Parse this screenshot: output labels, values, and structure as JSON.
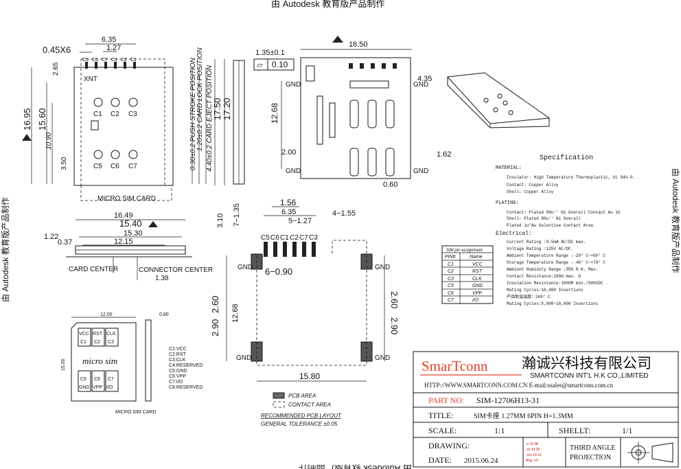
{
  "watermark": {
    "text": "由 Autodesk 教育版产品制作",
    "flipped": "由 Autodesk 教育版产品制作"
  },
  "views": {
    "top": {
      "pitch_label": "0.45X6",
      "d_635": "6.35",
      "d_127": "1.27",
      "pins_top": [
        "C5",
        "C6",
        "C7",
        "C3",
        "C2",
        "C1"
      ],
      "d_265": "2.65",
      "xnt": "XNT",
      "d_1695": "16.95",
      "d_1560": "15.60",
      "d_1090": "10.90",
      "d_350": "3.50",
      "pad_labels": [
        "C1",
        "C2",
        "C3",
        "C5",
        "C6",
        "C7"
      ],
      "card_label": "MICRO SIM CARD",
      "push_stroke": "0.30±0.2 PUSH STROKE POSITION",
      "card_lock": "1.20±0.2 CARD LOCK POSITION",
      "card_eject": "4.40±0.2 CARD EJECT POSITION",
      "d_1750": "17.50",
      "d_1720": "17.20"
    },
    "side": {
      "d_1649": "16.49",
      "d_1540": "15.40",
      "d_1530": "15.30",
      "d_1215": "12.15",
      "d_122": "1.22",
      "d_037": "0.37",
      "card_center": "CARD CENTER",
      "connector_center": "CONNECTOR CENTER",
      "d_138": "1.38"
    },
    "bottom": {
      "d_135": "1.35±0.1",
      "flat_sym": "⏥",
      "flat_val": "0.10",
      "d_1650": "16.50",
      "gnd": "GND",
      "d_435": "4.35",
      "d_1268": "12.68",
      "d_200": "2.00",
      "d_162": "1.62",
      "d_060": "0.60"
    },
    "pcb": {
      "d_156": "1.56",
      "d_635": "6.35",
      "d_5127": "5−1.27",
      "d_7135": "7−1.35",
      "d_310": "3.10",
      "d_4155": "4−1.55",
      "pins": [
        "C5",
        "C6",
        "C1",
        "C2",
        "C7",
        "C3"
      ],
      "d_6090": "6−0.90",
      "d_260": "2.60",
      "d_1268": "12.68",
      "d_290": "2.90",
      "d_1580": "15.80",
      "gnd": "GND",
      "legend_pcb": "PCB AREA",
      "legend_contact": "CONTACT AREA",
      "recommended": "RECOMMENDED PCB LAYOUT",
      "tolerance": "GENERAL TOLERANCE ±0.05"
    },
    "card": {
      "d_1200": "12.00",
      "d_080": "0.80",
      "d_1500": "15.00",
      "pads": [
        {
          "top": "VCC",
          "bot": "C1"
        },
        {
          "top": "RST",
          "bot": "C2"
        },
        {
          "top": "CLK",
          "bot": "C3"
        },
        {
          "top": "C5",
          "bot": "GND"
        },
        {
          "top": "C6",
          "bot": "VPP"
        },
        {
          "top": "C7",
          "bot": "I/O"
        }
      ],
      "name": "micro sim",
      "caption": "MICRO SIM CARD",
      "pinlist": [
        "C1:VCC",
        "C2:RST",
        "C3:CLK",
        "C4:RESERVED",
        "C5:GND",
        "C6:VPP",
        "C7:I/O",
        "C8:RESERVED"
      ]
    }
  },
  "pin_table": {
    "title": "SIM pin assignment",
    "headers": [
      "PIN#",
      "Name"
    ],
    "rows": [
      [
        "C1",
        "VCC"
      ],
      [
        "C2",
        "RST"
      ],
      [
        "C3",
        "CLK"
      ],
      [
        "C5",
        "GND"
      ],
      [
        "C6",
        "VPP"
      ],
      [
        "C7",
        "I/O"
      ]
    ]
  },
  "spec": {
    "title": "Specification",
    "material_h": "MATERIAL:",
    "material": [
      "Insulator: High Temperature Thermoplastic, UL 94V-0.",
      "Contact: Copper Alloy",
      "Shell: Copper Alloy"
    ],
    "plating_h": "PLATING:",
    "plating": [
      "Contact: Plated 80u'' Ni Overall Contact Au 1U",
      "Shell: Plated 80u'' Ni Overall",
      "Plated 1u\"Au Selective Contact Area"
    ],
    "electrical_h": "Electrical:",
    "electrical": [
      "Current Rating :0.5mA AC/DC max.",
      "Voltage Rating :125V AC/DC",
      "Ambient Temperature Range :-20° C~+60° C",
      "Storage Temperature Range :-40° C~+70° C",
      "Ambient Humidity Range :95% R.H. Max.",
      "Contact Resistance:100m max.        Ω",
      "Insulation Resistance:1000M min./500VDC",
      "Mating Cycles:10,000 Insertions",
      "产品耐温温度：260° C",
      "Mating Cycles:5,000~10,000 Insertions"
    ]
  },
  "title_block": {
    "logo": "SmarTconn",
    "company_cn": "瀚诚兴科技有限公司",
    "company_en": "SMARTCONN INT'L H.K CO.,LIMITED",
    "contact": "HTTP://WWW.SMARTCONN.COM.CN  E-mail:ssales@smartconn.com.cn",
    "part_label": "PART NO:",
    "part_no": "SIM-12706H13-31",
    "title_label": "TITLE:",
    "title_value": "SIM卡座  1.27MM  6PIN  H=1.3MM",
    "scale_label": "SCALE:",
    "scale_value": "1:1",
    "shellt_label": "SHELLT:",
    "shellt_value": "1/1",
    "drawing_label": "DRAWING:",
    "date_label": "DATE:",
    "date_value": "2015.06.24",
    "tol": [
      ".x  ±0.38",
      ".xx  ±0.25",
      ".xxx  ±0.13",
      "Ang.  ±1°"
    ],
    "projection_1": "THIRD ANGLE",
    "projection_2": "PROJECTION"
  },
  "colors": {
    "logo": "#e8412a",
    "part": "#e8412a",
    "tol": "#cc0000"
  }
}
